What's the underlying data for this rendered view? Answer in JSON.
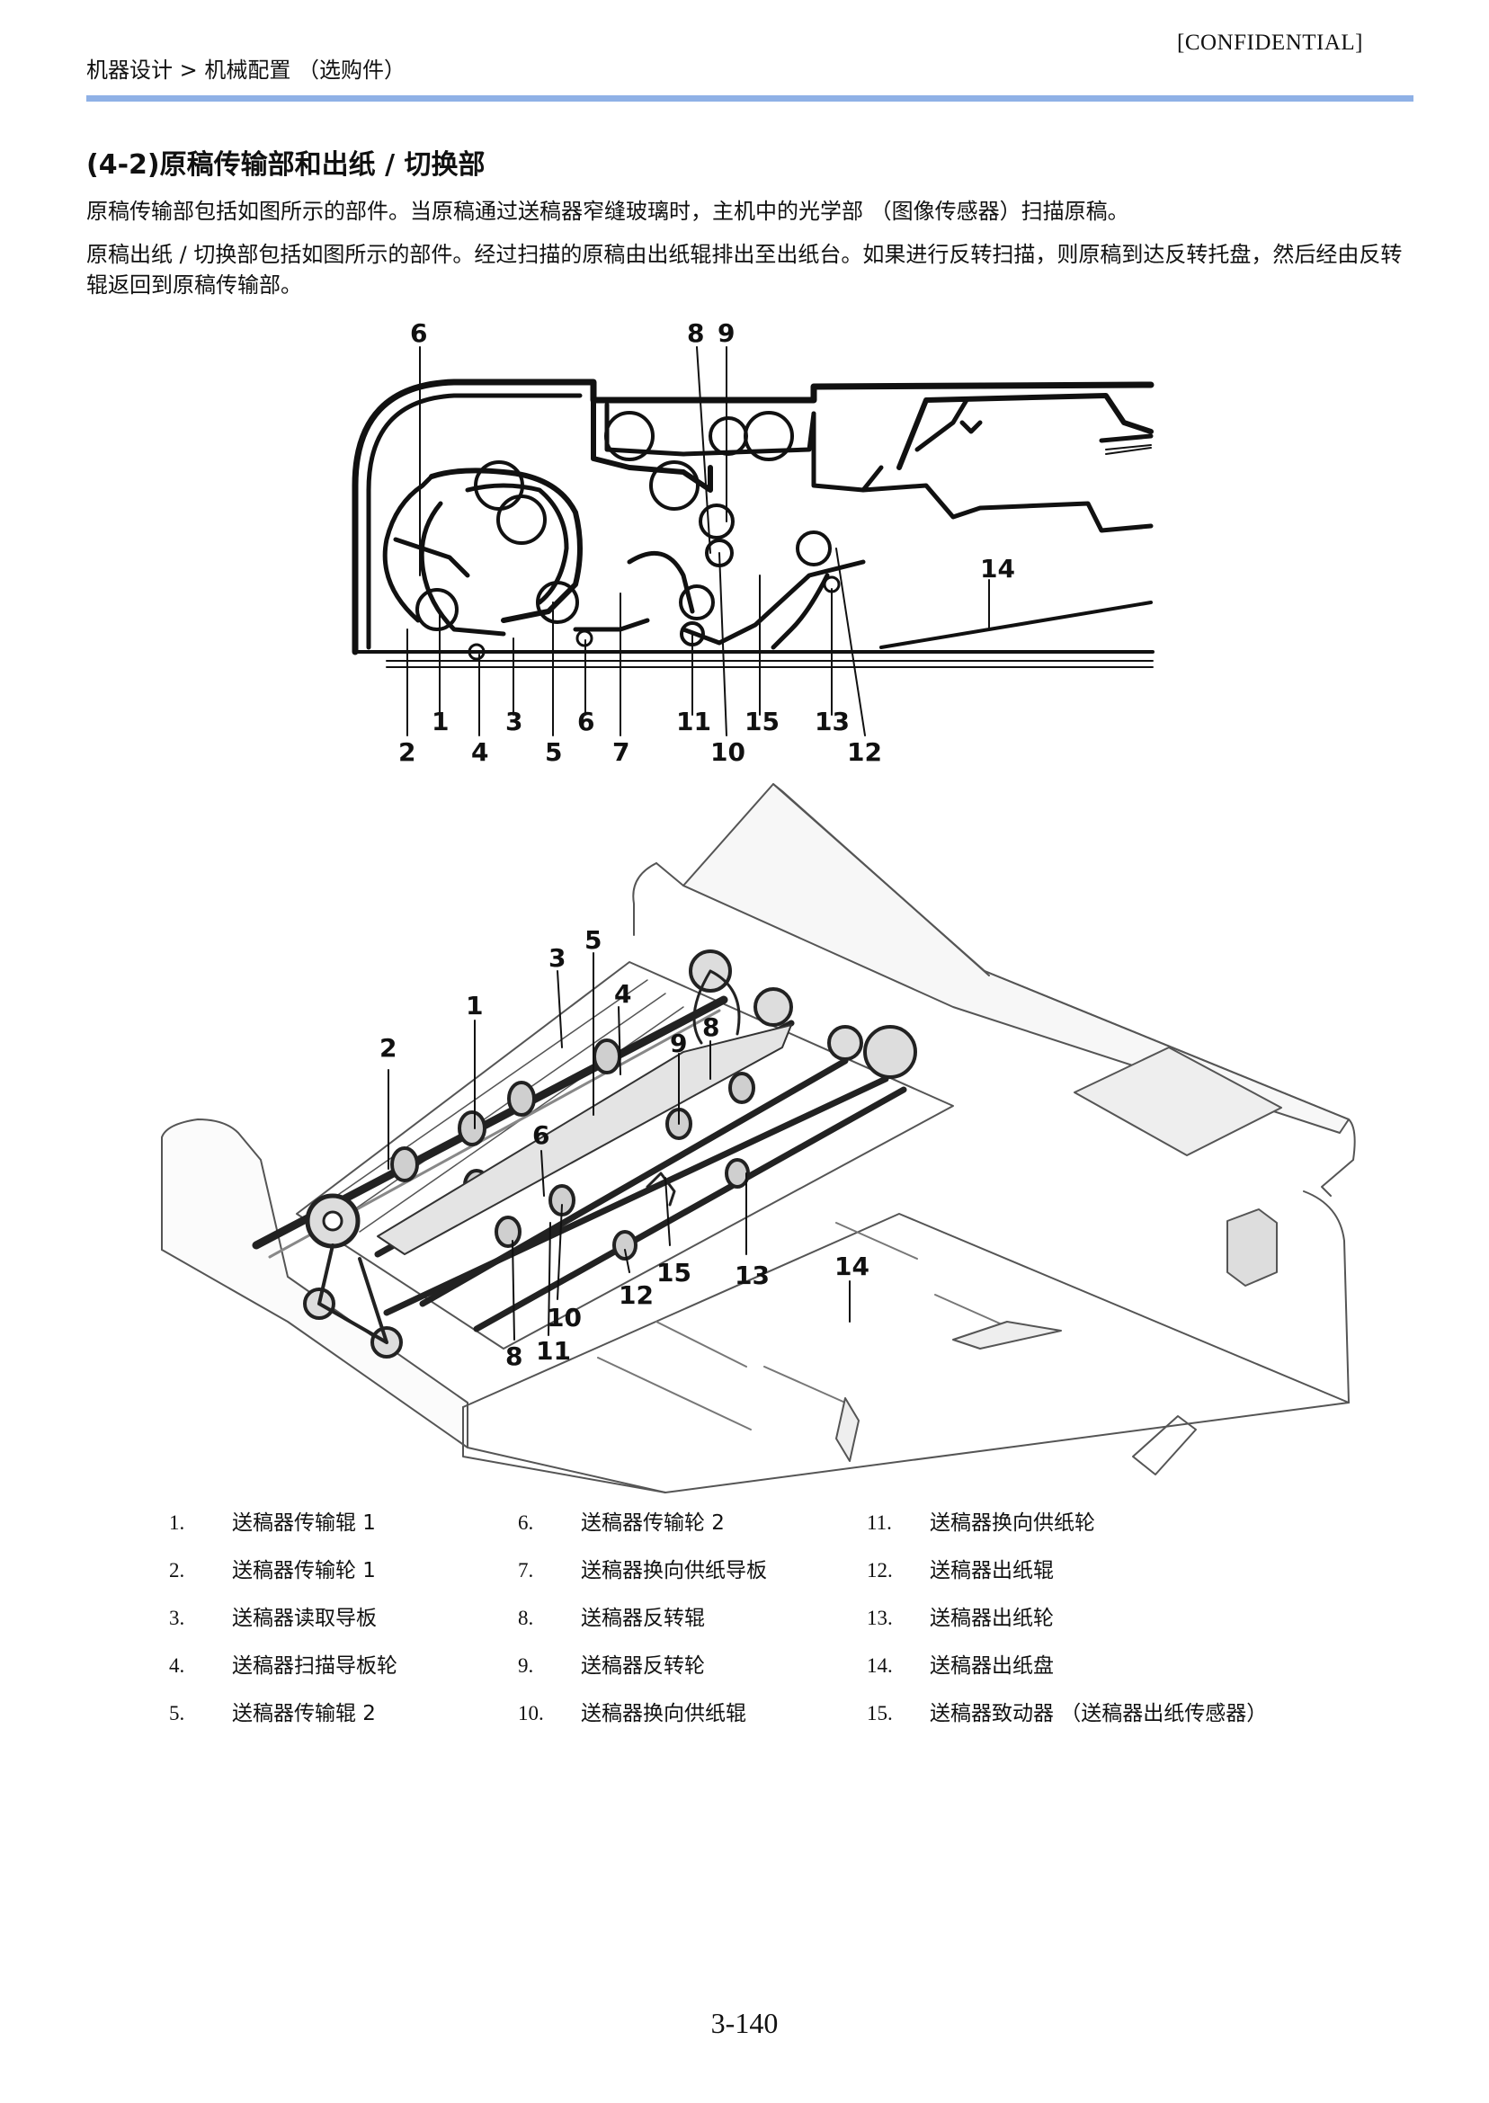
{
  "header": {
    "breadcrumb": "机器设计 > 机械配置 （选购件）",
    "confidential": "[CONFIDENTIAL]"
  },
  "section": {
    "title": "(4-2)原稿传输部和出纸 / 切换部",
    "paragraph_1": "原稿传输部包括如图所示的部件。当原稿通过送稿器窄缝玻璃时，主机中的光学部 （图像传感器）扫描原稿。",
    "paragraph_2": "原稿出纸 / 切换部包括如图所示的部件。经过扫描的原稿由出纸辊排出至出纸台。如果进行反转扫描，则原稿到达反转托盘，然后经由反转辊返回到原稿传输部。"
  },
  "diagram_top": {
    "labels": [
      "6",
      "8",
      "9",
      "14",
      "1",
      "3",
      "6",
      "11",
      "15",
      "13",
      "2",
      "4",
      "5",
      "7",
      "10",
      "12"
    ]
  },
  "diagram_bottom": {
    "labels": [
      "5",
      "3",
      "1",
      "4",
      "2",
      "9",
      "8",
      "6",
      "15",
      "13",
      "14",
      "12",
      "10",
      "8",
      "11"
    ]
  },
  "parts": [
    {
      "num": "1.",
      "name": "送稿器传输辊 1"
    },
    {
      "num": "2.",
      "name": "送稿器传输轮 1"
    },
    {
      "num": "3.",
      "name": "送稿器读取导板"
    },
    {
      "num": "4.",
      "name": "送稿器扫描导板轮"
    },
    {
      "num": "5.",
      "name": "送稿器传输辊 2"
    },
    {
      "num": "6.",
      "name": "送稿器传输轮 2"
    },
    {
      "num": "7.",
      "name": "送稿器换向供纸导板"
    },
    {
      "num": "8.",
      "name": "送稿器反转辊"
    },
    {
      "num": "9.",
      "name": "送稿器反转轮"
    },
    {
      "num": "10.",
      "name": "送稿器换向供纸辊"
    },
    {
      "num": "11.",
      "name": "送稿器换向供纸轮"
    },
    {
      "num": "12.",
      "name": "送稿器出纸辊"
    },
    {
      "num": "13.",
      "name": "送稿器出纸轮"
    },
    {
      "num": "14.",
      "name": "送稿器出纸盘"
    },
    {
      "num": "15.",
      "name": "送稿器致动器 （送稿器出纸传感器）"
    }
  ],
  "footer": {
    "page_number": "3-140"
  }
}
